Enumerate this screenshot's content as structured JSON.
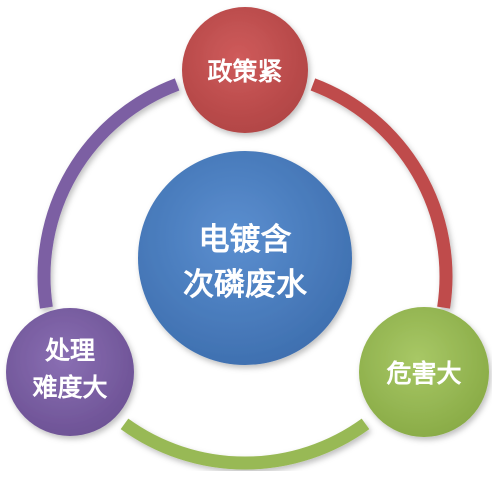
{
  "diagram": {
    "center": {
      "lines": [
        "电镀含",
        "次磷废水"
      ],
      "color": "#4a7dbd"
    },
    "nodes": [
      {
        "id": "top",
        "lines": [
          "政策紧"
        ],
        "color": "#bf4c4c"
      },
      {
        "id": "right",
        "lines": [
          "危害大"
        ],
        "color": "#98b954"
      },
      {
        "id": "left",
        "lines": [
          "处理",
          "难度大"
        ],
        "color": "#7b5fa3"
      }
    ],
    "arcs": [
      {
        "from": "top",
        "to": "right",
        "color": "#bf4c4c"
      },
      {
        "from": "right",
        "to": "left",
        "color": "#98b954"
      },
      {
        "from": "left",
        "to": "top",
        "color": "#7b5fa3"
      }
    ]
  }
}
